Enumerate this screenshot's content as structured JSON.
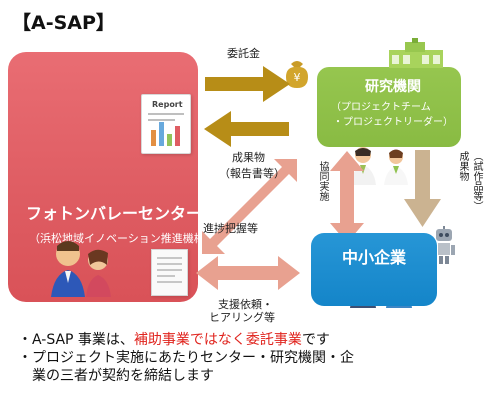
{
  "title": "【A-SAP】",
  "left_panel": {
    "name": "フォトンバレーセンター",
    "subtitle": "（浜松地域イノベーション推進機構）",
    "report_label": "Report"
  },
  "research_box": {
    "name": "研究機関",
    "sub1": "（プロジェクトチーム",
    "sub2": "・プロジェクトリーダー）"
  },
  "sme_box": {
    "name": "中小企業"
  },
  "flows": {
    "consignment": "委託金",
    "results": "成果物",
    "results_detail": "（報告書等）",
    "progress": "進捗把握等",
    "support": "支援依頼・",
    "hearing": "ヒアリング等",
    "joint": "協同実施",
    "artifact_result": "成果物",
    "artifact_detail": "（試作品等）"
  },
  "bullets": {
    "line1_prefix": "・A-SAP 事業は、",
    "line1_red": "補助事業ではなく委託事業",
    "line1_suffix": "です",
    "line2": "・プロジェクト実施にあたりセンター・研究機関・企",
    "line3": "業の三者が契約を締結します"
  },
  "colors": {
    "red_panel": "#df5d63",
    "research_green": "#8ec049",
    "sme_blue": "#1b8cce",
    "arrow_gold": "#b78d17",
    "arrow_salmon": "#e8a190",
    "arrow_tan": "#cbb391",
    "emphasis_red": "#e0241e"
  }
}
